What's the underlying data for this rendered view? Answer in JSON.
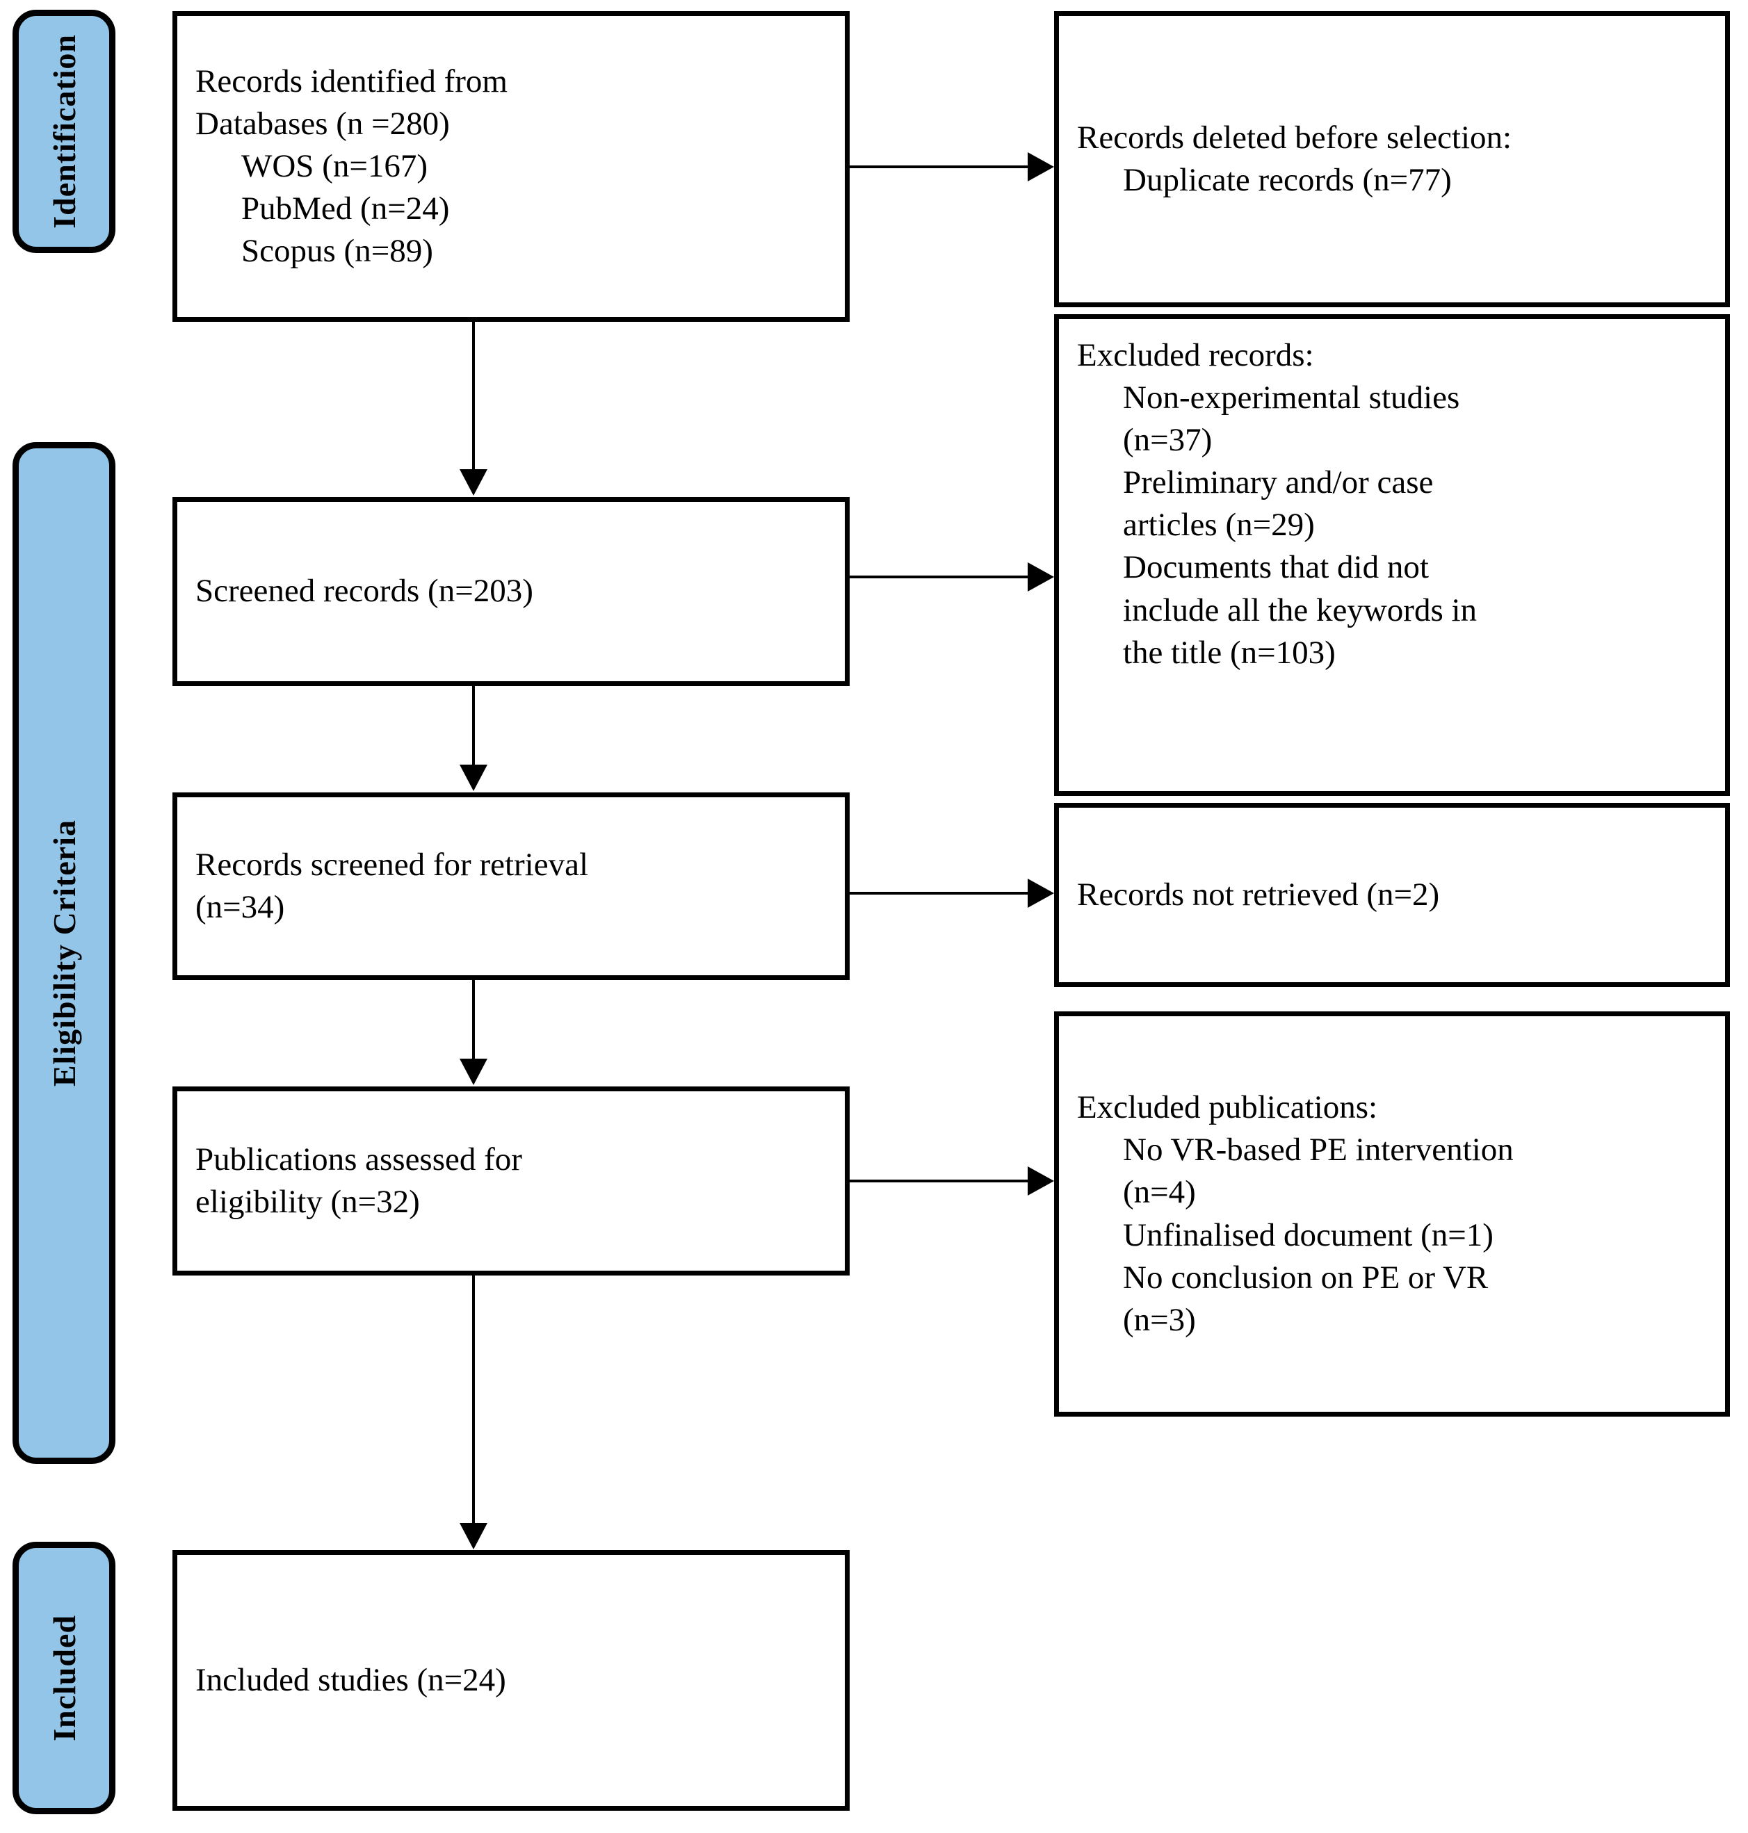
{
  "diagram": {
    "title": "PRISMA flow diagram",
    "accent_color": "#92C5E8",
    "line_color": "#000000",
    "box_background": "#FFFFFF"
  },
  "stages": [
    {
      "id": "identification",
      "label": "Identification"
    },
    {
      "id": "eligibility",
      "label": "Eligibility Criteria"
    },
    {
      "id": "included",
      "label": "Included"
    }
  ],
  "flow_boxes": [
    {
      "id": "records-identified",
      "lines": [
        {
          "text": "Records identified from",
          "indent": false
        },
        {
          "text": "Databases (n =280)",
          "indent": false
        },
        {
          "text": "WOS (n=167)",
          "indent": true
        },
        {
          "text": "PubMed (n=24)",
          "indent": true
        },
        {
          "text": "Scopus (n=89)",
          "indent": true
        }
      ]
    },
    {
      "id": "screened-records",
      "lines": [
        {
          "text": "Screened records (n=203)",
          "indent": false
        }
      ]
    },
    {
      "id": "records-screened-retrieval",
      "lines": [
        {
          "text": "Records screened for retrieval",
          "indent": false
        },
        {
          "text": "(n=34)",
          "indent": false
        }
      ]
    },
    {
      "id": "publications-assessed",
      "lines": [
        {
          "text": "Publications assessed for",
          "indent": false
        },
        {
          "text": "eligibility (n=32)",
          "indent": false
        }
      ]
    },
    {
      "id": "included-studies",
      "lines": [
        {
          "text": "Included studies (n=24)",
          "indent": false
        }
      ]
    }
  ],
  "exclusion_boxes": [
    {
      "id": "records-deleted",
      "lines": [
        {
          "text": "Records deleted before selection:",
          "indent": false
        },
        {
          "text": "Duplicate records (n=77)",
          "indent": true
        }
      ]
    },
    {
      "id": "excluded-records",
      "lines": [
        {
          "text": "Excluded records:",
          "indent": false
        },
        {
          "text": "Non-experimental studies",
          "indent": true
        },
        {
          "text": "(n=37)",
          "indent": true
        },
        {
          "text": "Preliminary and/or case",
          "indent": true
        },
        {
          "text": "articles (n=29)",
          "indent": true
        },
        {
          "text": "Documents that did not",
          "indent": true
        },
        {
          "text": "include all the keywords in",
          "indent": true
        },
        {
          "text": "the title (n=103)",
          "indent": true
        }
      ]
    },
    {
      "id": "records-not-retrieved",
      "lines": [
        {
          "text": "Records not retrieved (n=2)",
          "indent": false
        }
      ]
    },
    {
      "id": "excluded-publications",
      "lines": [
        {
          "text": "Excluded publications:",
          "indent": false
        },
        {
          "text": "No VR-based PE intervention",
          "indent": true
        },
        {
          "text": "(n=4)",
          "indent": true
        },
        {
          "text": "Unfinalised document (n=1)",
          "indent": true
        },
        {
          "text": "No conclusion on PE or VR",
          "indent": true
        },
        {
          "text": "(n=3)",
          "indent": true
        }
      ]
    }
  ]
}
